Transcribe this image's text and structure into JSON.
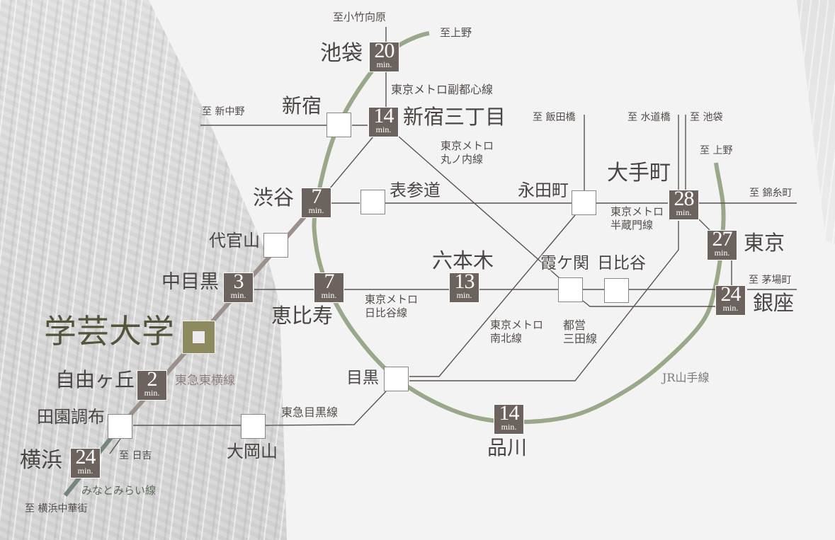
{
  "colors": {
    "bg": "#f3f3f4",
    "line": "#5b5350",
    "jr": "#9aa88a",
    "toyoko": "#9b908b",
    "minatomirai": "#74877a",
    "badge": "#6d635e",
    "home": "#8e8a60",
    "text": "#4a4443",
    "small": "#544c49",
    "home_text": "#555339",
    "toyoko_text": "#8f8080",
    "minatomirai_text": "#586a55",
    "jr_text": "#7d7a75"
  },
  "time_unit": "min.",
  "home_station": {
    "name": "学芸大学"
  },
  "stations": {
    "ikebukuro": {
      "name": "池袋",
      "minutes": "20"
    },
    "shinjuku_sanchome": {
      "name": "新宿三丁目",
      "minutes": "14"
    },
    "shibuya": {
      "name": "渋谷",
      "minutes": "7"
    },
    "nakameguro": {
      "name": "中目黒",
      "minutes": "3"
    },
    "ebisu": {
      "name": "恵比寿",
      "minutes": "7"
    },
    "roppongi": {
      "name": "六本木",
      "minutes": "13"
    },
    "otemachi": {
      "name": "大手町",
      "minutes": "28"
    },
    "tokyo": {
      "name": "東京",
      "minutes": "27"
    },
    "ginza": {
      "name": "銀座",
      "minutes": "24"
    },
    "shinagawa": {
      "name": "品川",
      "minutes": "14"
    },
    "jiyugaoka": {
      "name": "自由ヶ丘",
      "minutes": "2"
    },
    "yokohama": {
      "name": "横浜",
      "minutes": "24"
    }
  },
  "transfer_stations": {
    "shinjuku": "新宿",
    "omotesando": "表参道",
    "nagatacho": "永田町",
    "daikanyama": "代官山",
    "kasumigaseki": "霞ケ関",
    "hibiya": "日比谷",
    "meguro": "目黒",
    "denenchofu": "田園調布",
    "ookayama": "大岡山"
  },
  "lines": {
    "fukutoshin": "東京メトロ副都心線",
    "marunouchi": [
      "東京メトロ",
      "丸ノ内線"
    ],
    "hanzomon": [
      "東京メトロ",
      "半蔵門線"
    ],
    "hibiya": [
      "東京メトロ",
      "日比谷線"
    ],
    "nanboku": [
      "東京メトロ",
      "南北線"
    ],
    "mita": [
      "都営",
      "三田線"
    ],
    "yamanote": "JR山手線",
    "toyoko": "東急東横線",
    "meguro": "東急目黒線",
    "minatomirai": "みなとみらい線"
  },
  "directions": {
    "kotake_mukaihara": "至小竹向原",
    "ueno_top": "至上野",
    "shin_nakano": "至 新中野",
    "iidabashi": "至 飯田橋",
    "suidobashi": "至 水道橋",
    "ikebukuro": "至 池袋",
    "ueno_right": "至 上野",
    "kinshicho": "至 錦糸町",
    "kayabacho": "至 茅場町",
    "hiyoshi": "至 日吉",
    "yokohama_chukagai": "至 横浜中華街"
  }
}
